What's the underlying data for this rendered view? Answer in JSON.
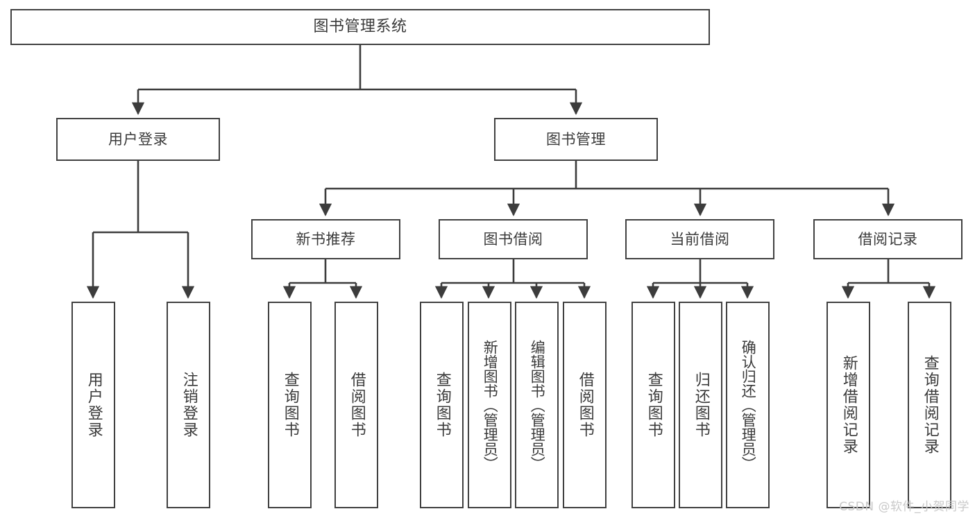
{
  "diagram": {
    "title": "图书管理系统",
    "type": "tree-hierarchy-diagram",
    "watermark": "CSDN @软件_小贺同学",
    "colors": {
      "background": "#ffffff",
      "node_fill": "#ffffff",
      "node_border": "#404040",
      "edge": "#3c3c3c",
      "text": "#3a3a3a",
      "watermark": "#c9c9c9"
    },
    "nodes": {
      "root": {
        "label": "图书管理系统"
      },
      "level2": [
        {
          "id": "user-login",
          "label": "用户登录"
        },
        {
          "id": "book-manage",
          "label": "图书管理"
        }
      ],
      "level3": [
        {
          "id": "new-book-recommend",
          "label": "新书推荐"
        },
        {
          "id": "book-borrow",
          "label": "图书借阅"
        },
        {
          "id": "current-borrow",
          "label": "当前借阅"
        },
        {
          "id": "borrow-record",
          "label": "借阅记录"
        }
      ],
      "leaves": {
        "user-login": [
          {
            "id": "login",
            "label": "用户登录"
          },
          {
            "id": "logout",
            "label": "注销登录"
          }
        ],
        "new-book-recommend": [
          {
            "id": "query-book-1",
            "label": "查询图书"
          },
          {
            "id": "borrow-book-1",
            "label": "借阅图书"
          }
        ],
        "book-borrow": [
          {
            "id": "query-book-2",
            "label": "查询图书"
          },
          {
            "id": "add-book",
            "label": "新增图书（管理员）"
          },
          {
            "id": "edit-book",
            "label": "编辑图书（管理员）"
          },
          {
            "id": "borrow-book-2",
            "label": "借阅图书"
          }
        ],
        "current-borrow": [
          {
            "id": "query-book-3",
            "label": "查询图书"
          },
          {
            "id": "return-book",
            "label": "归还图书"
          },
          {
            "id": "confirm-return",
            "label": "确认归还（管理员）"
          }
        ],
        "borrow-record": [
          {
            "id": "add-borrow-record",
            "label": "新增借阅记录"
          },
          {
            "id": "query-borrow-record",
            "label": "查询借阅记录"
          }
        ]
      }
    }
  }
}
